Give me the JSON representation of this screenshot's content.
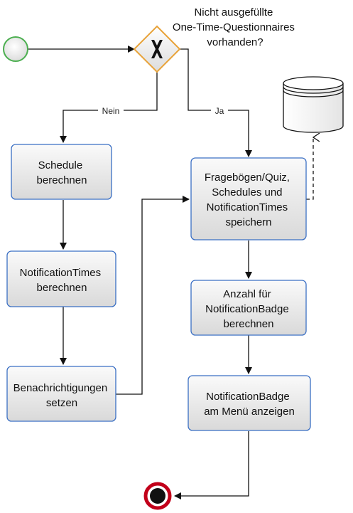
{
  "gateway": {
    "question_lines": [
      "Nicht ausgefüllte",
      "One-Time-Questionnaires",
      "vorhanden?"
    ]
  },
  "edges": {
    "no_label": "Nein",
    "yes_label": "Ja"
  },
  "tasks": {
    "schedule": [
      "Schedule",
      "berechnen"
    ],
    "notification_times": [
      "NotificationTimes",
      "berechnen"
    ],
    "benachrichtigungen": [
      "Benachrichtigungen",
      "setzen"
    ],
    "speichern": [
      "Fragebögen/Quiz,",
      "Schedules und",
      "NotificationTimes",
      "speichern"
    ],
    "badge_count": [
      "Anzahl für",
      "NotificationBadge",
      "berechnen"
    ],
    "badge_show": [
      "NotificationBadge",
      "am Menü anzeigen"
    ]
  },
  "colors": {
    "start_event": "#4caf50",
    "end_event": "#c2001a",
    "gateway_border": "#e8a33a",
    "task_border": "#3a6fc4"
  }
}
